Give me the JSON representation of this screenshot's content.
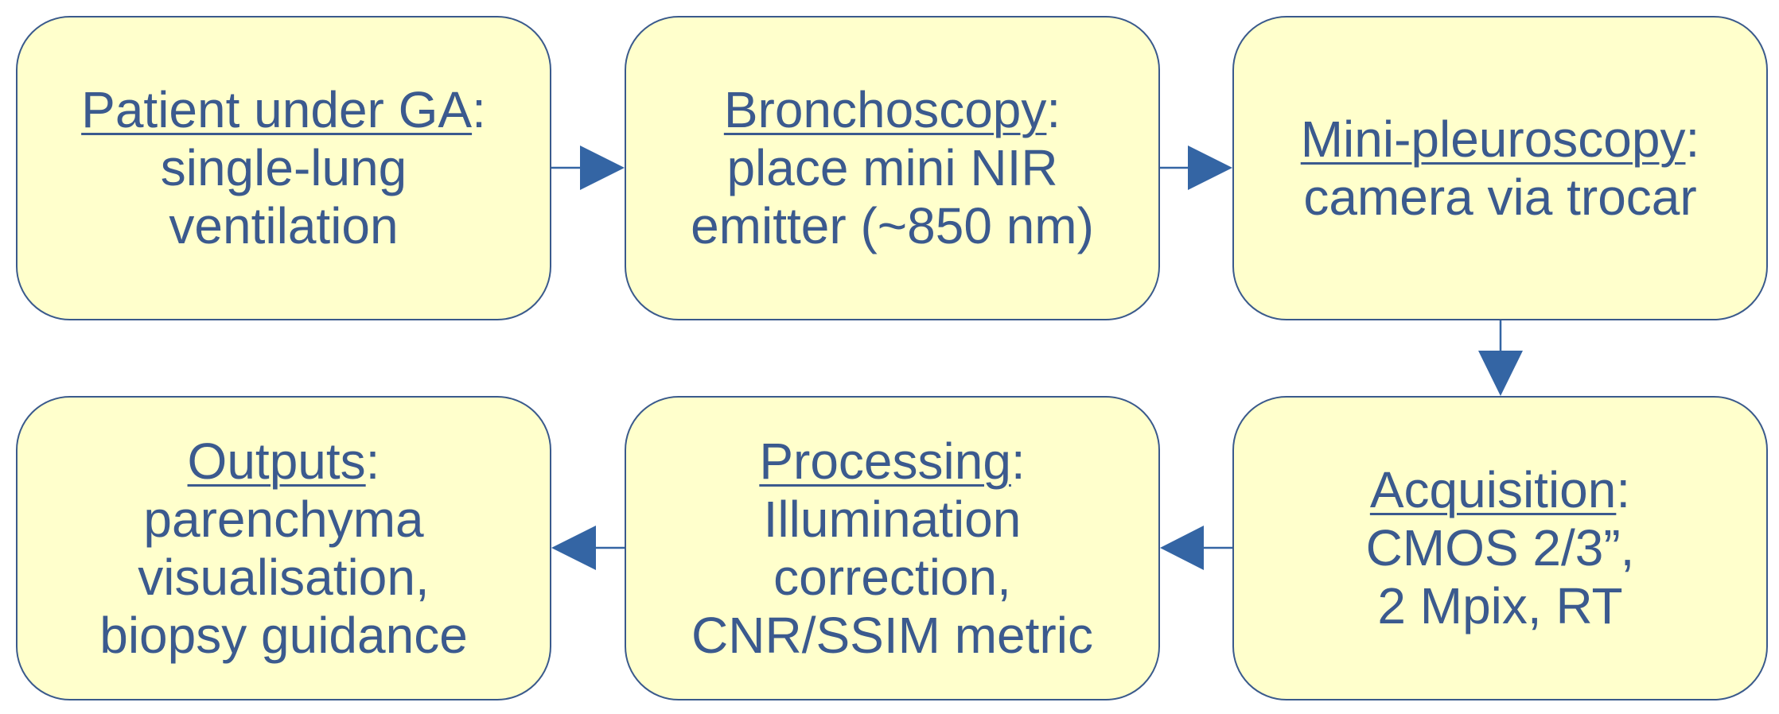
{
  "colors": {
    "box_fill": "#ffffcc",
    "box_border": "#3a5a8c",
    "text": "#3b5a8e",
    "arrow": "#3465a4"
  },
  "steps": [
    {
      "title": "Patient under GA",
      "suffix": ":",
      "lines": [
        "single-lung",
        "ventilation"
      ]
    },
    {
      "title": "Bronchoscopy",
      "suffix": ":",
      "lines": [
        "place mini NIR",
        "emitter (~850 nm)"
      ]
    },
    {
      "title": "Mini-pleuroscopy",
      "suffix": ":",
      "lines": [
        "camera via trocar"
      ]
    },
    {
      "title": "Acquisition",
      "suffix": ":",
      "lines": [
        "CMOS 2/3”,",
        "2 Mpix, RT"
      ]
    },
    {
      "title": "Processing",
      "suffix": ":",
      "lines": [
        "Illumination",
        "correction,",
        "CNR/SSIM metric"
      ]
    },
    {
      "title": "Outputs",
      "suffix": ":",
      "lines": [
        "parenchyma",
        "visualisation,",
        "biopsy guidance"
      ]
    }
  ]
}
